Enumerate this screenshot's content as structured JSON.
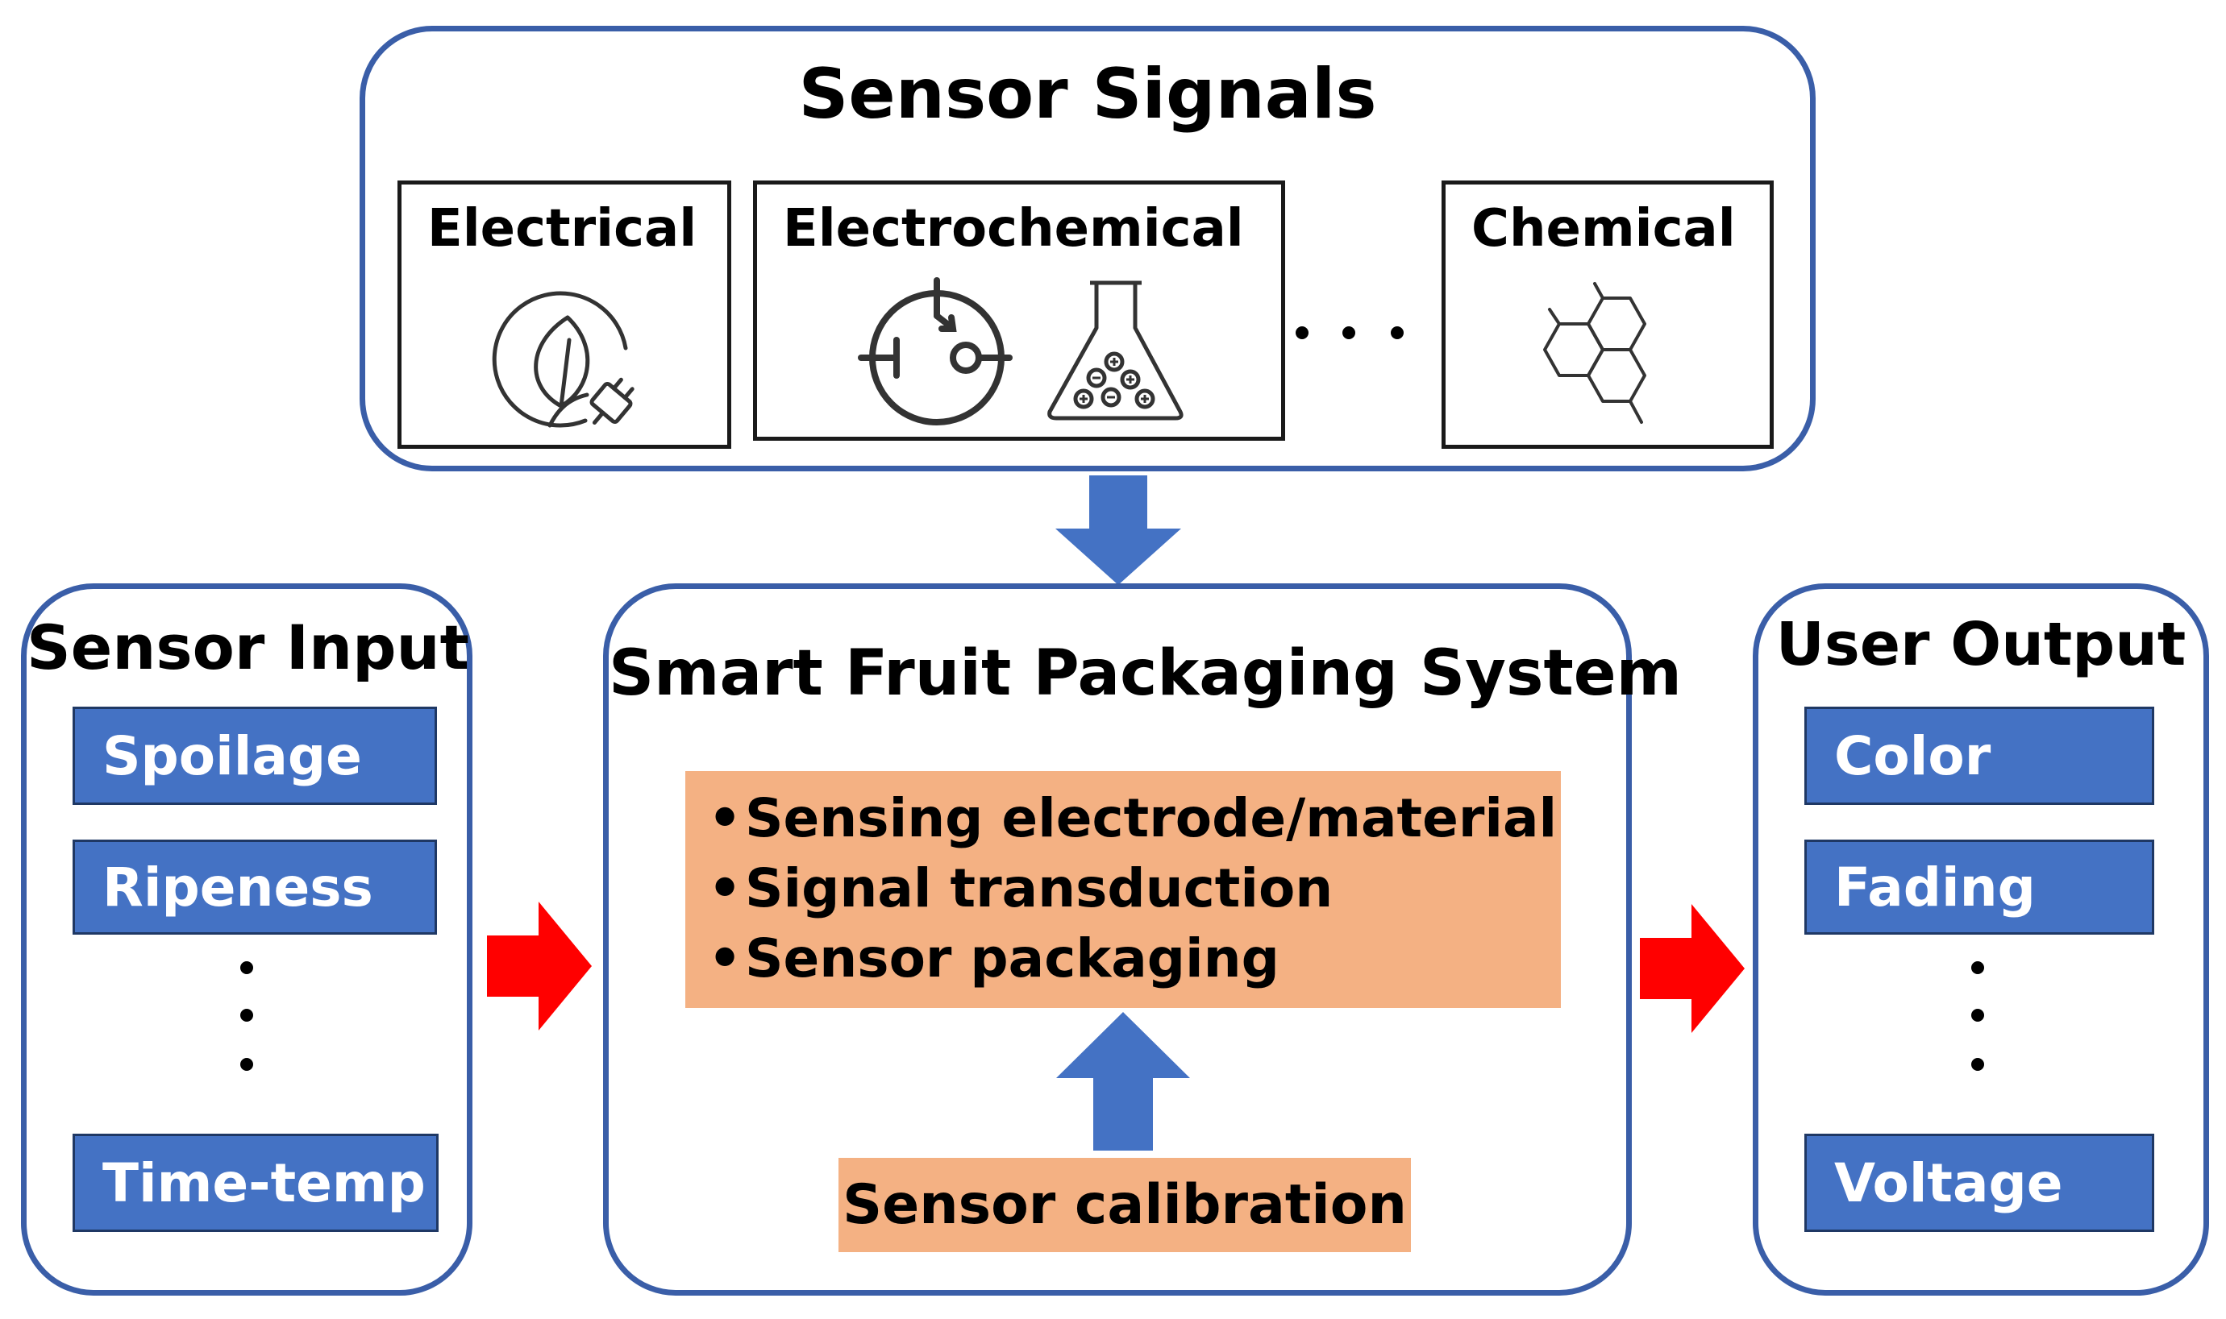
{
  "sensor_signals": {
    "title": "Sensor Signals",
    "electrical": "Electrical",
    "electrochemical": "Electrochemical",
    "chemical": "Chemical"
  },
  "sensor_input": {
    "title": "Sensor Input",
    "items": [
      "Spoilage",
      "Ripeness",
      "Time-temp"
    ]
  },
  "system": {
    "title": "Smart Fruit Packaging System",
    "bullets": [
      "Sensing electrode/material",
      "Signal transduction",
      "Sensor packaging"
    ],
    "calibration": "Sensor calibration"
  },
  "user_output": {
    "title": "User Output",
    "items": [
      "Color",
      "Fading",
      "Voltage"
    ]
  },
  "colors": {
    "box_border": "#3a5ea8",
    "blue_fill": "#4472c4",
    "orange_fill": "#f4b183",
    "blue_arrow": "#4472c4",
    "red_arrow": "#ff0000"
  }
}
